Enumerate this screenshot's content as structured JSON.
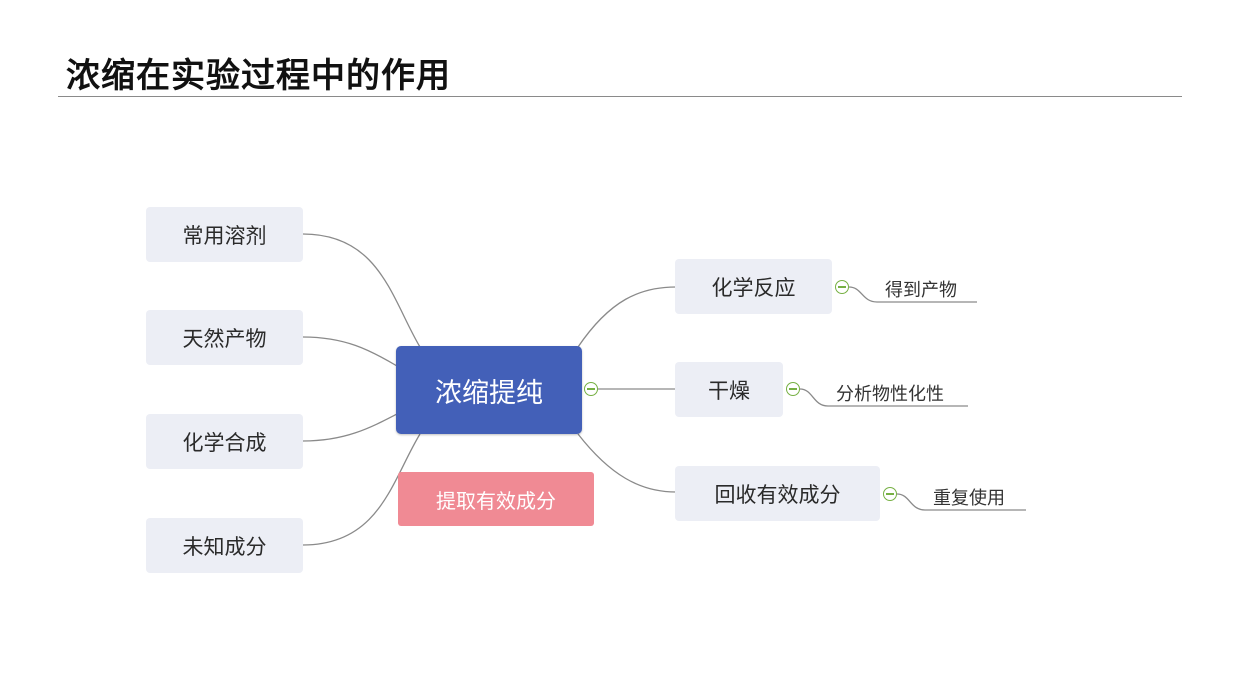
{
  "title": "浓缩在实验过程中的作用",
  "center": {
    "label": "浓缩提纯"
  },
  "floating": {
    "label": "提取有效成分"
  },
  "left_nodes": [
    {
      "label": "常用溶剂"
    },
    {
      "label": "天然产物"
    },
    {
      "label": "化学合成"
    },
    {
      "label": "未知成分"
    }
  ],
  "right_nodes": [
    {
      "label": "化学反应",
      "child": "得到产物"
    },
    {
      "label": "干燥",
      "child": "分析物性化性"
    },
    {
      "label": "回收有效成分",
      "child": "重复使用"
    }
  ],
  "colors": {
    "center": "#4360b8",
    "floating": "#f08a94",
    "leaf": "#eceef5",
    "connector": "#8a8a8a",
    "collapse_toggle": "#76b043"
  }
}
